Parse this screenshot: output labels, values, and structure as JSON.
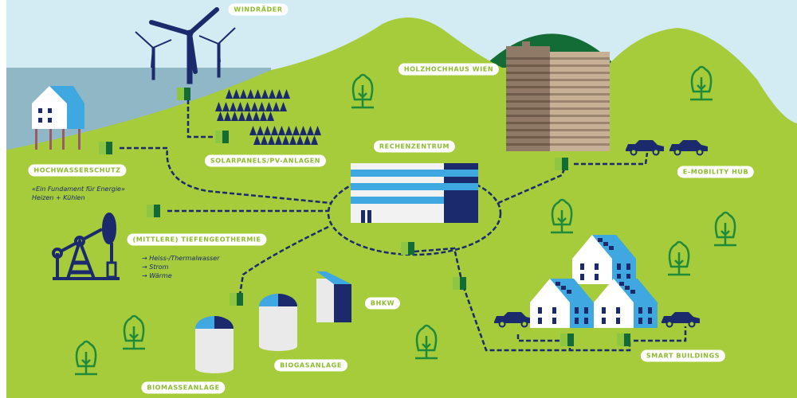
{
  "labels": {
    "windraeder": "WINDRÄDER",
    "holzhochhaus": "HOLZHOCHHAUS WIEN",
    "rechenzentrum": "RECHENZENTRUM",
    "solarpanels": "SOLARPANELS/PV-ANLAGEN",
    "hochwasserschutz": "HOCHWASSERSCHUTZ",
    "emobility": "E-MOBILITY HUB",
    "tiefengeothermie": "(MITTLERE) TIEFENGEOTHERMIE",
    "bhkw": "BHKW",
    "biogasanlage": "BIOGASANLAGE",
    "smart_buildings": "SMART BUILDINGS",
    "biomasseanlage": "BIOMASSEANLAGE"
  },
  "notes": {
    "fundament": "«Ein Fundament für Energie»",
    "heizen": "Heizen + Kühlen",
    "geo_items": [
      "→ Heiss-/Thermalwasser",
      "→ Strom",
      "→ Wärme"
    ]
  },
  "colors": {
    "grass": "#a6cb3b",
    "sky": "#d3ebf3",
    "water": "#8fb7c6",
    "navy": "#1a2a6c",
    "light_blue": "#3fa8e0",
    "dark_green": "#136b35",
    "tree_green": "#1f8a3a"
  }
}
